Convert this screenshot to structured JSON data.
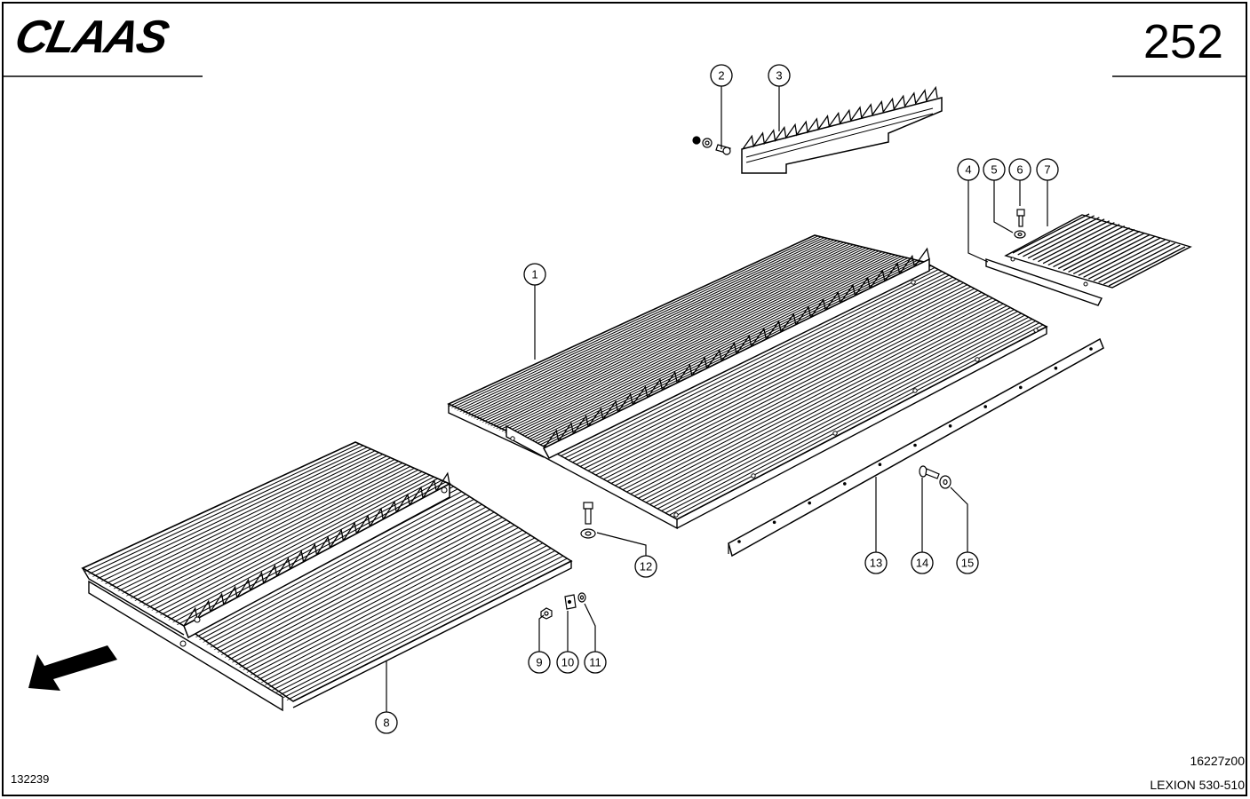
{
  "header": {
    "logo_text": "CLAAS",
    "page_number": "252"
  },
  "footer": {
    "drawing_number": "132239",
    "reference_code": "16227z00",
    "model": "LEXION 530-510"
  },
  "callouts": [
    "1",
    "2",
    "3",
    "4",
    "5",
    "6",
    "7",
    "8",
    "9",
    "10",
    "11",
    "12",
    "13",
    "14",
    "15"
  ],
  "icons": {
    "direction_arrow": "arrow-down-left-icon"
  }
}
